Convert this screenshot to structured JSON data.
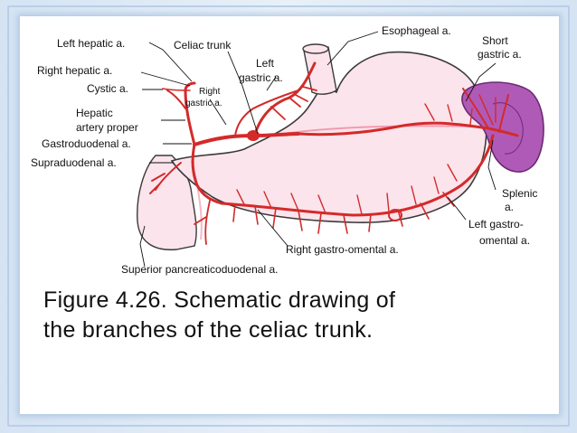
{
  "labels": {
    "left_hepatic": "Left hepatic a.",
    "celiac_trunk": "Celiac trunk",
    "esophageal": "Esophageal a.",
    "short_gastric_1": "Short",
    "short_gastric_2": "gastric a.",
    "right_hepatic": "Right hepatic a.",
    "left_gastric_1": "Left",
    "left_gastric_2": "gastric a.",
    "cystic": "Cystic a.",
    "right_gastric_1": "Right",
    "right_gastric_2": "gastric a.",
    "hepatic_proper_1": "Hepatic",
    "hepatic_proper_2": "artery proper",
    "gastroduodenal": "Gastroduodenal a.",
    "supraduodenal": "Supraduodenal a.",
    "splenic_1": "Splenic",
    "splenic_2": "a.",
    "left_gastroomental_1": "Left gastro-",
    "left_gastroomental_2": "omental a.",
    "right_gastroomental": "Right gastro-omental a.",
    "sup_pancreaticoduodenal": "Superior pancreaticoduodenal a."
  },
  "caption": {
    "line1": "Figure 4.26. Schematic drawing of",
    "line2": "the branches of the celiac trunk."
  },
  "colors": {
    "artery": "#d42a2a",
    "stomach_fill": "#fbe4ec",
    "stomach_stroke": "#3a3a3a",
    "spleen_fill": "#b05ab8",
    "frame": "#b9cfe8"
  }
}
